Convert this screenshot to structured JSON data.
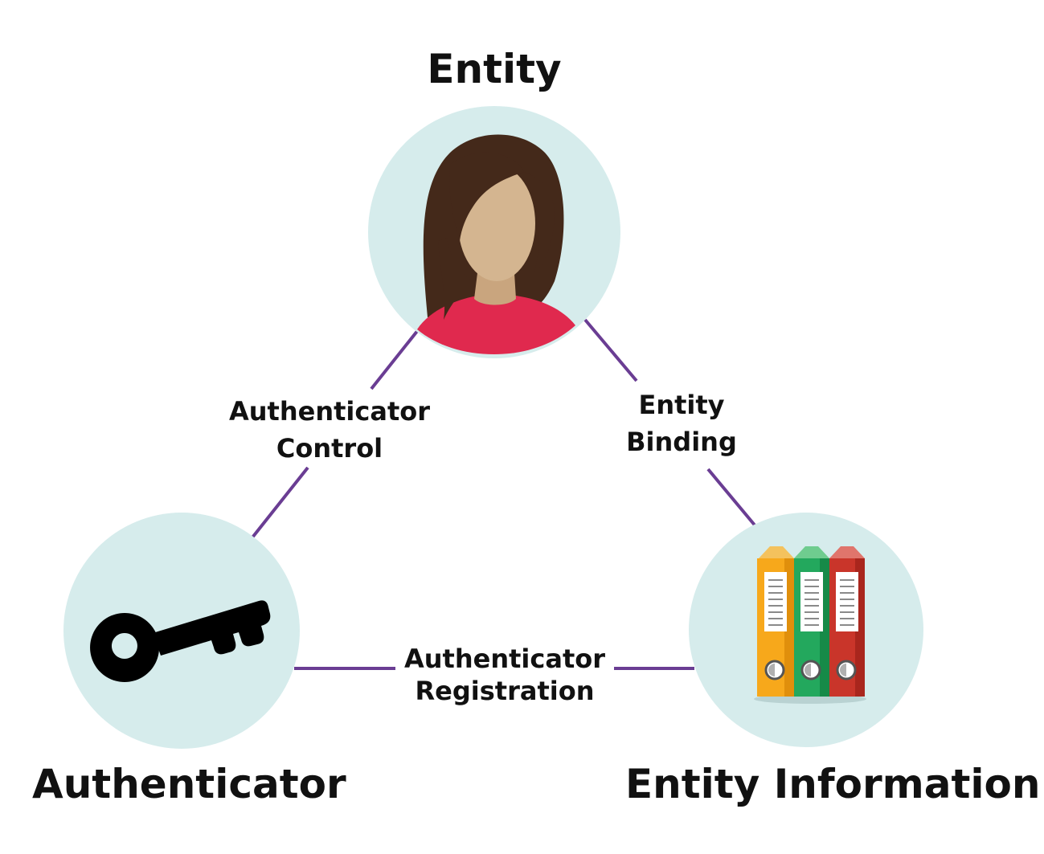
{
  "nodes": {
    "entity": {
      "title": "Entity",
      "icon": "person-icon"
    },
    "authenticator": {
      "title": "Authenticator",
      "icon": "key-icon"
    },
    "entity_information": {
      "title": "Entity Information",
      "icon": "binders-icon"
    }
  },
  "edges": {
    "authenticator_control": {
      "line1": "Authenticator",
      "line2": "Control"
    },
    "entity_binding": {
      "line1": "Entity",
      "line2": "Binding"
    },
    "authenticator_registration": {
      "line1": "Authenticator",
      "line2": "Registration"
    }
  },
  "colors": {
    "circle_fill": "#d6ecec",
    "connector": "#6a3d93",
    "hair": "#44291a",
    "skin": "#d4b590",
    "skin_shadow": "#c9a57e",
    "shirt": "#e0294e",
    "key": "#000000",
    "binder_orange": "#f7a81b",
    "binder_green": "#23a85d",
    "binder_red": "#c9352a"
  }
}
